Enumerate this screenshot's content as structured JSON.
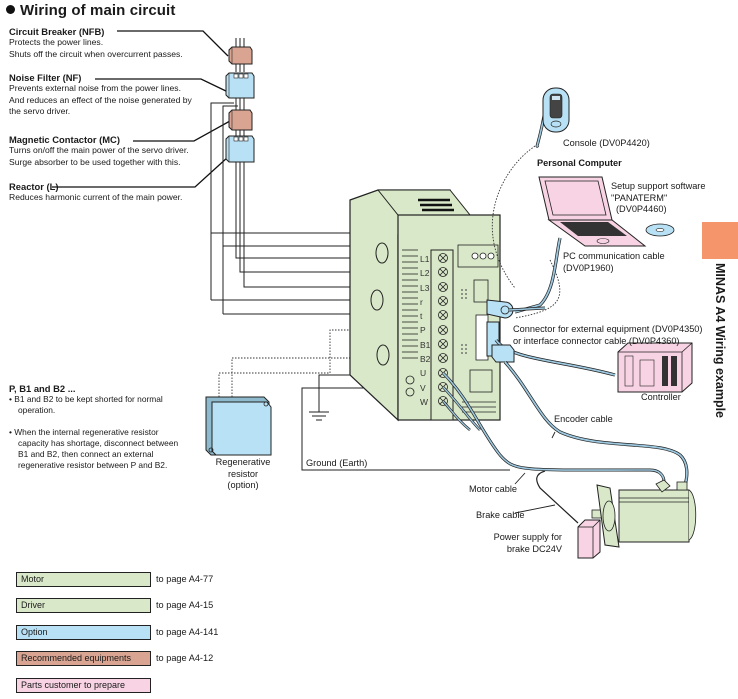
{
  "title": "Wiring of main circuit",
  "components": {
    "circuit_breaker": {
      "heading": "Circuit Breaker (NFB)",
      "lines": [
        "Protects the power lines.",
        "Shuts off the circuit when overcurrent passes."
      ]
    },
    "noise_filter": {
      "heading": "Noise Filter (NF)",
      "lines": [
        "Prevents external noise from the power lines.",
        "And reduces an effect of the noise generated by",
        "the servo driver."
      ]
    },
    "magnetic_contactor": {
      "heading": "Magnetic Contactor (MC)",
      "lines": [
        "Turns on/off the main power of the servo driver.",
        "Surge absorber to be used together with this."
      ]
    },
    "reactor": {
      "heading": "Reactor (L)",
      "lines": [
        "Reduces harmonic current of the main power."
      ]
    }
  },
  "regen_note": {
    "heading": "P, B1 and B2 ...",
    "bullets": [
      "B1 and B2 to be kept shorted for normal operation.",
      "When the internal regenerative resistor capacity has shortage, disconnect between B1 and B2, then connect an external regenerative resistor between P and B2."
    ],
    "bullet1_lines": [
      "• B1 and B2 to be kept shorted for normal",
      "operation."
    ],
    "bullet2_lines": [
      "• When the internal regenerative resistor",
      "capacity has shortage, disconnect between",
      "B1 and B2, then connect an external",
      "regenerative resistor between P and B2."
    ]
  },
  "labels": {
    "console": "Console (DV0P4420)",
    "personal_computer": "Personal Computer",
    "setup_software": [
      "Setup support software",
      "\"PANATERM\"",
      "(DV0P4460)"
    ],
    "pc_cable": [
      "PC communication cable",
      "(DV0P1960)"
    ],
    "connector": [
      "Connector for external equipment (DV0P4350)",
      "or interface connector cable (DV0P4360)"
    ],
    "controller": "Controller",
    "encoder_cable": "Encoder cable",
    "regen_resistor": [
      "Regenerative",
      "resistor",
      "(option)"
    ],
    "ground": "Ground (Earth)",
    "motor_cable": "Motor cable",
    "brake_cable": "Brake cable",
    "brake_power": [
      "Power supply for",
      "brake DC24V"
    ]
  },
  "terminals": [
    "L1",
    "L2",
    "L3",
    "r",
    "t",
    "P",
    "B1",
    "B2",
    "U",
    "V",
    "W"
  ],
  "side_tab": {
    "text": "MINAS A4 Wiring example",
    "color": "#f4956b"
  },
  "legend": [
    {
      "label": "Motor",
      "ref": "to page A4-77",
      "color": "#d9e8c8"
    },
    {
      "label": "Driver",
      "ref": "to page A4-15",
      "color": "#d9e8c8"
    },
    {
      "label": "Option",
      "ref": "to page A4-141",
      "color": "#b9e1f5"
    },
    {
      "label": "Recommended equipments",
      "ref": "to page A4-12",
      "color": "#d9a592"
    },
    {
      "label": "Parts customer to prepare",
      "ref": "",
      "color": "#f7d3e3"
    }
  ],
  "colors": {
    "driver": "#d9e8c8",
    "option": "#b9e1f5",
    "recommended": "#d9a592",
    "customer": "#f7d3e3",
    "cable": "#9cc7de"
  }
}
